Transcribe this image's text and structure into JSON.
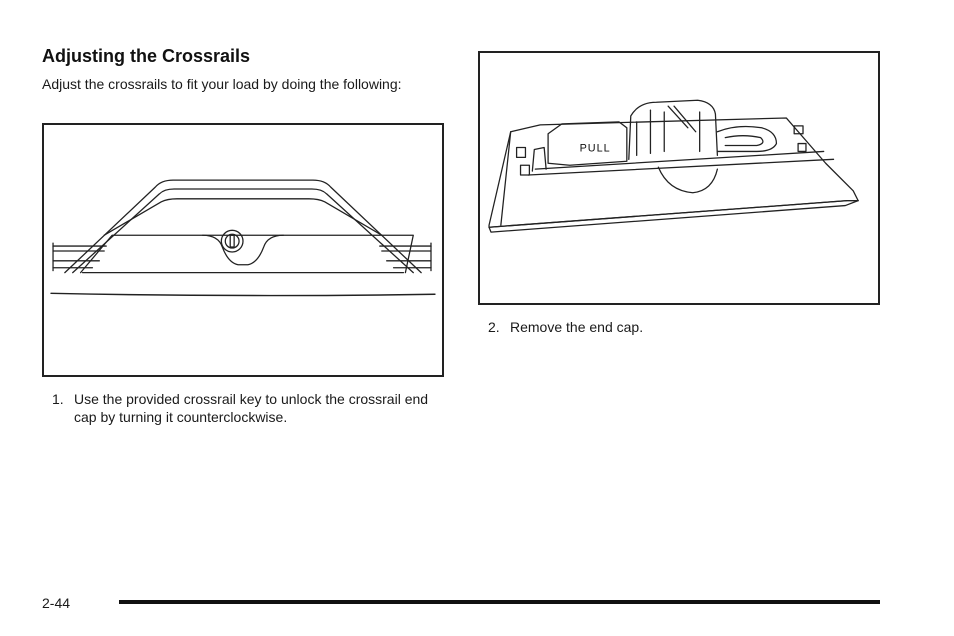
{
  "section": {
    "heading": "Adjusting the Crossrails",
    "intro": "Adjust the crossrails to fit your load by doing the following:"
  },
  "steps": [
    {
      "number": "1.",
      "text": "Use the provided crossrail key to unlock the crossrail end cap by turning it counterclockwise."
    },
    {
      "number": "2.",
      "text": "Remove the end cap."
    }
  ],
  "figure2": {
    "label": "PULL"
  },
  "footer": {
    "page_number": "2-44"
  }
}
